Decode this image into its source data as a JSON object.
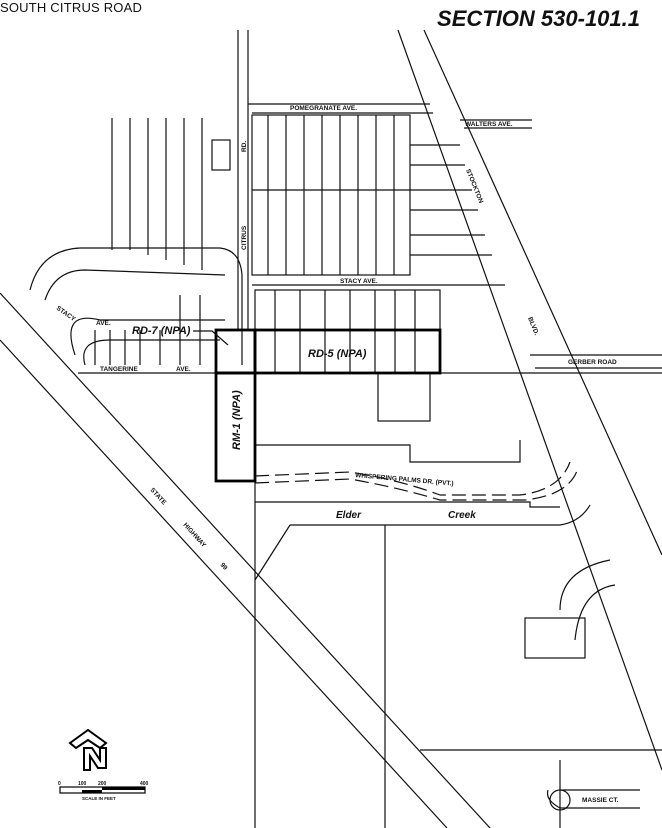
{
  "header": {
    "area_title": "SOUTH CITRUS ROAD",
    "section": "SECTION 530-101.1"
  },
  "streets": {
    "pomegranate": "POMEGRANATE AVE.",
    "walters": "WALTERS AVE.",
    "stockton": "STOCKTON",
    "blvd": "BLVD.",
    "citrus": "CITRUS",
    "rd": "RD.",
    "stacy_east": "STACY AVE.",
    "stacy_west": "STACY",
    "stacy_west_ave": "AVE.",
    "tangerine": "TANGERINE",
    "tangerine_ave": "AVE.",
    "gerber": "GERBER ROAD",
    "whispering": "WHISPERING PALMS DR. (PVT.)",
    "elder": "Elder",
    "creek": "Creek",
    "state": "STATE",
    "highway": "HIGHWAY",
    "hwy_num": "99",
    "massie": "MASSIE CT."
  },
  "zones": {
    "rd7": "RD-7 (NPA)",
    "rd5": "RD-5 (NPA)",
    "rm1": "RM-1 (NPA)"
  },
  "legend": {
    "scale_ticks": [
      "0",
      "100",
      "200",
      "400"
    ],
    "scale_label": "SCALE IN FEET",
    "north_arrow": "N"
  }
}
